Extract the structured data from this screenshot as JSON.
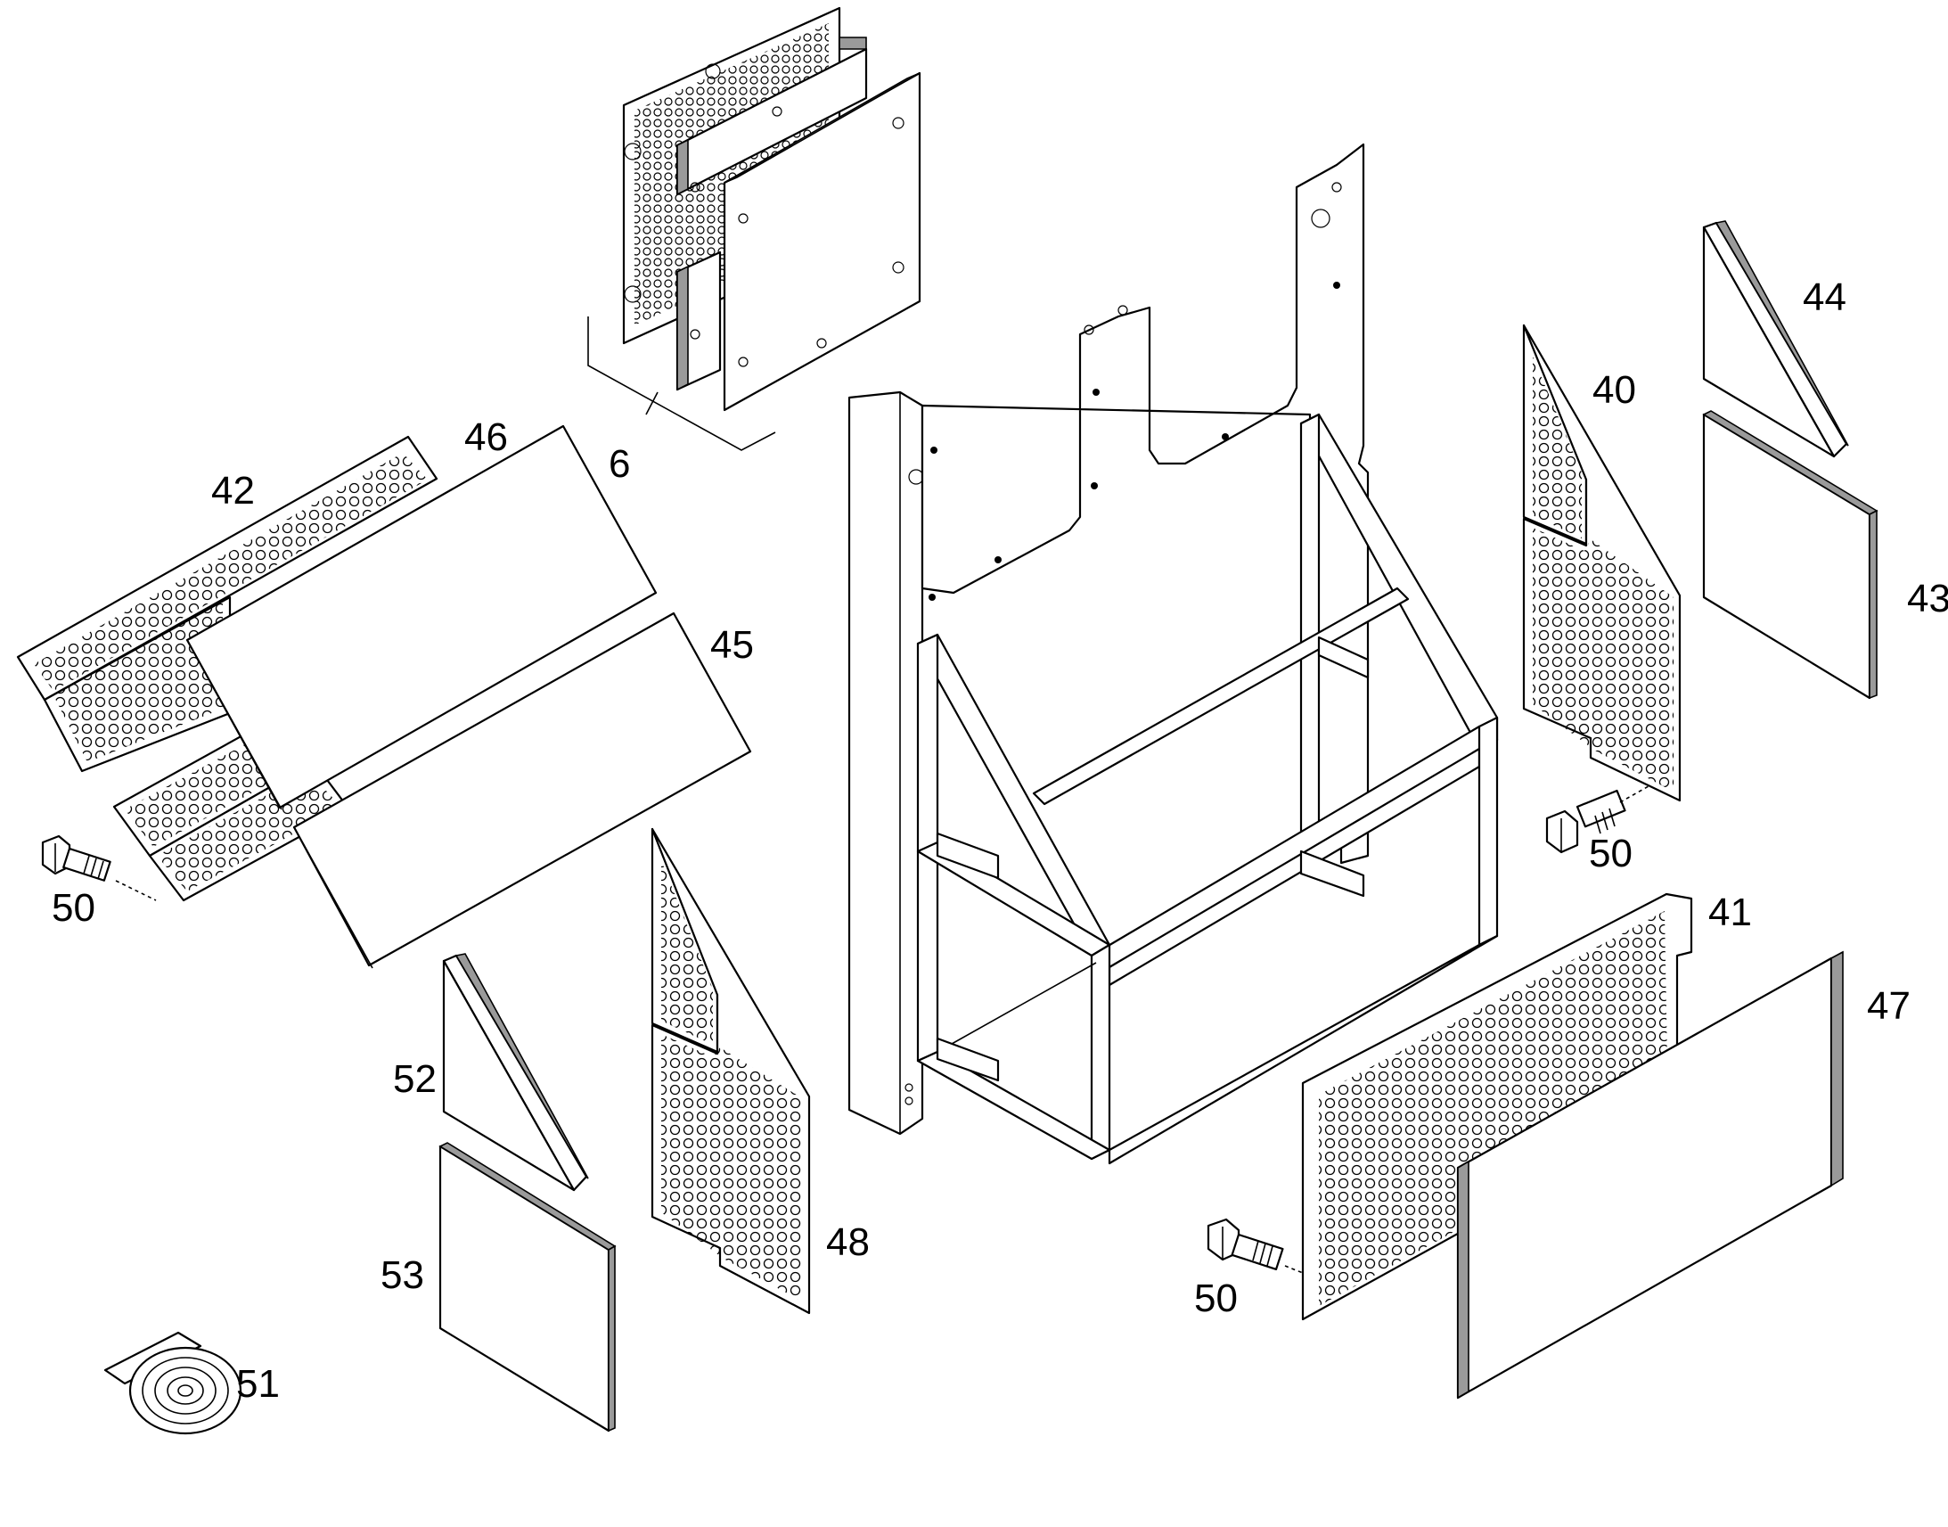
{
  "callouts": {
    "c6": "6",
    "c40": "40",
    "c41": "41",
    "c42": "42",
    "c43": "43",
    "c44": "44",
    "c45": "45",
    "c46": "46",
    "c47": "47",
    "c48": "48",
    "c50a": "50",
    "c50b": "50",
    "c50c": "50",
    "c51": "51",
    "c52": "52",
    "c53": "53"
  }
}
